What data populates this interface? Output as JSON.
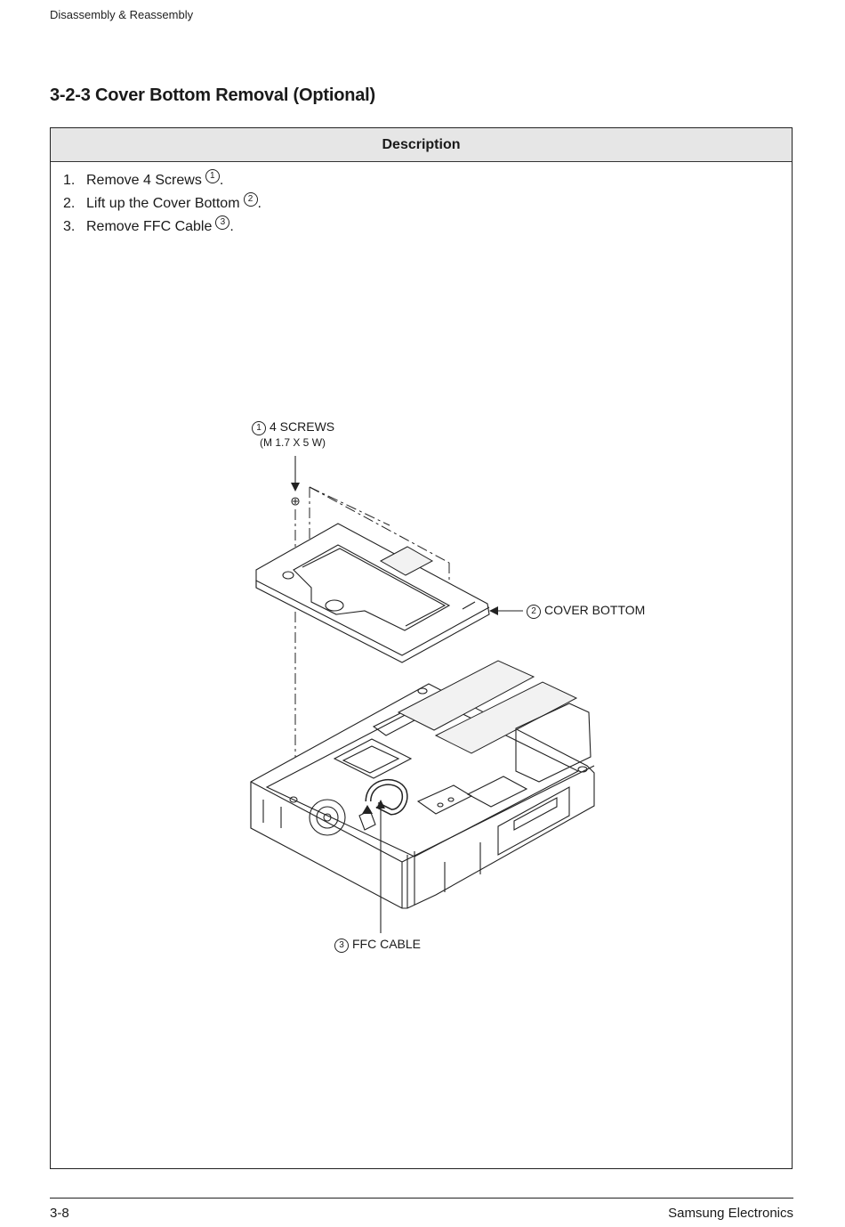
{
  "header": {
    "section": "Disassembly & Reassembly"
  },
  "title": "3-2-3  Cover Bottom Removal (Optional)",
  "table": {
    "head": "Description"
  },
  "steps": [
    {
      "num": "1.",
      "text": "Remove 4 Screws",
      "ref": "1",
      "end": "."
    },
    {
      "num": "2.",
      "text": "Lift up the Cover Bottom",
      "ref": "2",
      "end": "."
    },
    {
      "num": "3.",
      "text": "Remove FFC Cable",
      "ref": "3",
      "end": "."
    }
  ],
  "figure": {
    "screws": {
      "ref": "1",
      "label": "4 SCREWS",
      "spec": "(M 1.7 X 5 W)"
    },
    "cover": {
      "ref": "2",
      "label": "COVER BOTTOM"
    },
    "cable": {
      "ref": "3",
      "label": "FFC CABLE"
    }
  },
  "footer": {
    "page": "3-8",
    "company": "Samsung Electronics"
  }
}
